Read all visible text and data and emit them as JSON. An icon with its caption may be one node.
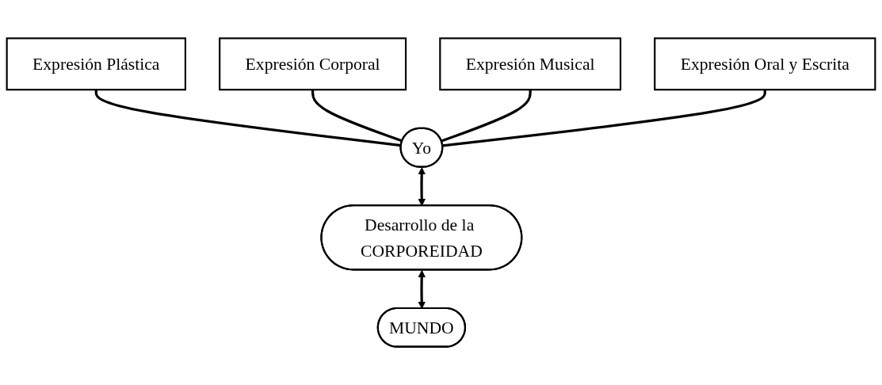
{
  "diagram": {
    "nodes": [
      {
        "text": [
          "Expresión Plástica"
        ]
      },
      {
        "text": [
          "Expresión Corporal"
        ]
      },
      {
        "text": [
          "Expresión Musical"
        ]
      },
      {
        "text": [
          "Yo"
        ]
      },
      {
        "text": [
          "Expresión Oral y Escrita"
        ]
      },
      {
        "text": [
          "Desarrollo de la CORPOREIDAD"
        ]
      },
      {
        "text": [
          "MUNDO"
        ]
      }
    ],
    "edges": [
      {
        "from": 0,
        "to": 3,
        "arrow": "none"
      },
      {
        "from": 1,
        "to": 3,
        "arrow": "none"
      },
      {
        "from": 2,
        "to": 3,
        "arrow": "none"
      },
      {
        "from": 4,
        "to": 3,
        "arrow": "none"
      },
      {
        "from": 3,
        "to": 5,
        "arrow": "both"
      },
      {
        "from": 5,
        "to": 6,
        "arrow": "both"
      }
    ]
  }
}
